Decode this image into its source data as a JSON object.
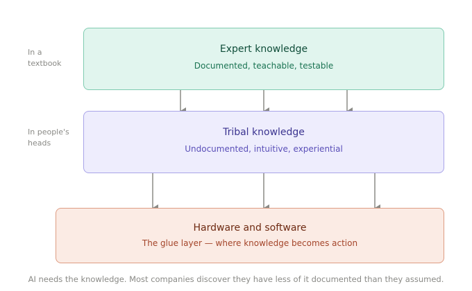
{
  "layers": [
    {
      "title": "Expert knowledge",
      "subtitle": "Documented, teachable, testable",
      "side_label": "In a\ntextbook",
      "fill": "#e1f5ee",
      "stroke": "#7fcbb0",
      "title_color": "#0f4d39",
      "sub_color": "#1a7352"
    },
    {
      "title": "Tribal knowledge",
      "subtitle": "Undocumented, intuitive, experiential",
      "side_label": "In people's\nheads",
      "fill": "#eeedfd",
      "stroke": "#a9a4e8",
      "title_color": "#3b3490",
      "sub_color": "#5a4fb8"
    },
    {
      "title": "Hardware and software",
      "subtitle": "The glue layer — where knowledge becomes action",
      "fill": "#fbebe4",
      "stroke": "#de9c82",
      "title_color": "#6e2a12",
      "sub_color": "#a4452a"
    }
  ],
  "arrow_color": "#8a8a86",
  "caption": "AI needs the knowledge. Most companies discover they have less of it documented than they assumed."
}
